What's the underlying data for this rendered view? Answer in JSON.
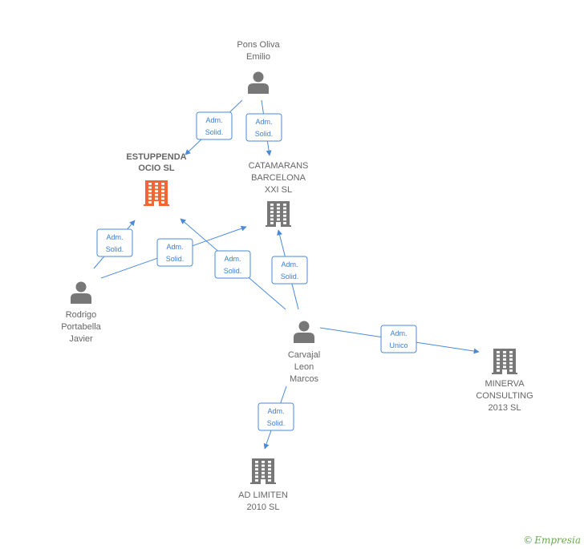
{
  "colors": {
    "edge": "#4a8ad8",
    "label_border": "#4a8ad8",
    "person": "#777777",
    "company": "#777777",
    "company_main": "#f26535"
  },
  "nodes": [
    {
      "id": "pons",
      "type": "person",
      "icon": "person-icon",
      "lines": [
        "Pons Oliva",
        "Emilio"
      ]
    },
    {
      "id": "estuppenda",
      "type": "company",
      "main": true,
      "icon": "building-icon",
      "lines": [
        "ESTUPPENDA",
        "OCIO SL"
      ]
    },
    {
      "id": "catamarans",
      "type": "company",
      "icon": "building-icon",
      "lines": [
        "CATAMARANS",
        "BARCELONA",
        "XXI SL"
      ]
    },
    {
      "id": "rodrigo",
      "type": "person",
      "icon": "person-icon",
      "lines": [
        "Rodrigo",
        "Portabella",
        "Javier"
      ]
    },
    {
      "id": "carvajal",
      "type": "person",
      "icon": "person-icon",
      "lines": [
        "Carvajal",
        "Leon",
        "Marcos"
      ]
    },
    {
      "id": "minerva",
      "type": "company",
      "icon": "building-icon",
      "lines": [
        "MINERVA",
        "CONSULTING",
        "2013  SL"
      ]
    },
    {
      "id": "adlimiten",
      "type": "company",
      "icon": "building-icon",
      "lines": [
        "AD LIMITEN",
        "2010 SL"
      ]
    }
  ],
  "edges": [
    {
      "from": "pons",
      "to": "estuppenda",
      "label": [
        "Adm.",
        "Solid."
      ]
    },
    {
      "from": "pons",
      "to": "catamarans",
      "label": [
        "Adm.",
        "Solid."
      ]
    },
    {
      "from": "rodrigo",
      "to": "estuppenda",
      "label": [
        "Adm.",
        "Solid."
      ]
    },
    {
      "from": "rodrigo",
      "to": "catamarans",
      "label": [
        "Adm.",
        "Solid."
      ]
    },
    {
      "from": "carvajal",
      "to": "estuppenda",
      "label": [
        "Adm.",
        "Solid."
      ]
    },
    {
      "from": "carvajal",
      "to": "catamarans",
      "label": [
        "Adm.",
        "Solid."
      ]
    },
    {
      "from": "carvajal",
      "to": "minerva",
      "label": [
        "Adm.",
        "Unico"
      ]
    },
    {
      "from": "carvajal",
      "to": "adlimiten",
      "label": [
        "Adm.",
        "Solid."
      ]
    }
  ],
  "footer": {
    "copyright": "©",
    "brand": "Empresia"
  }
}
